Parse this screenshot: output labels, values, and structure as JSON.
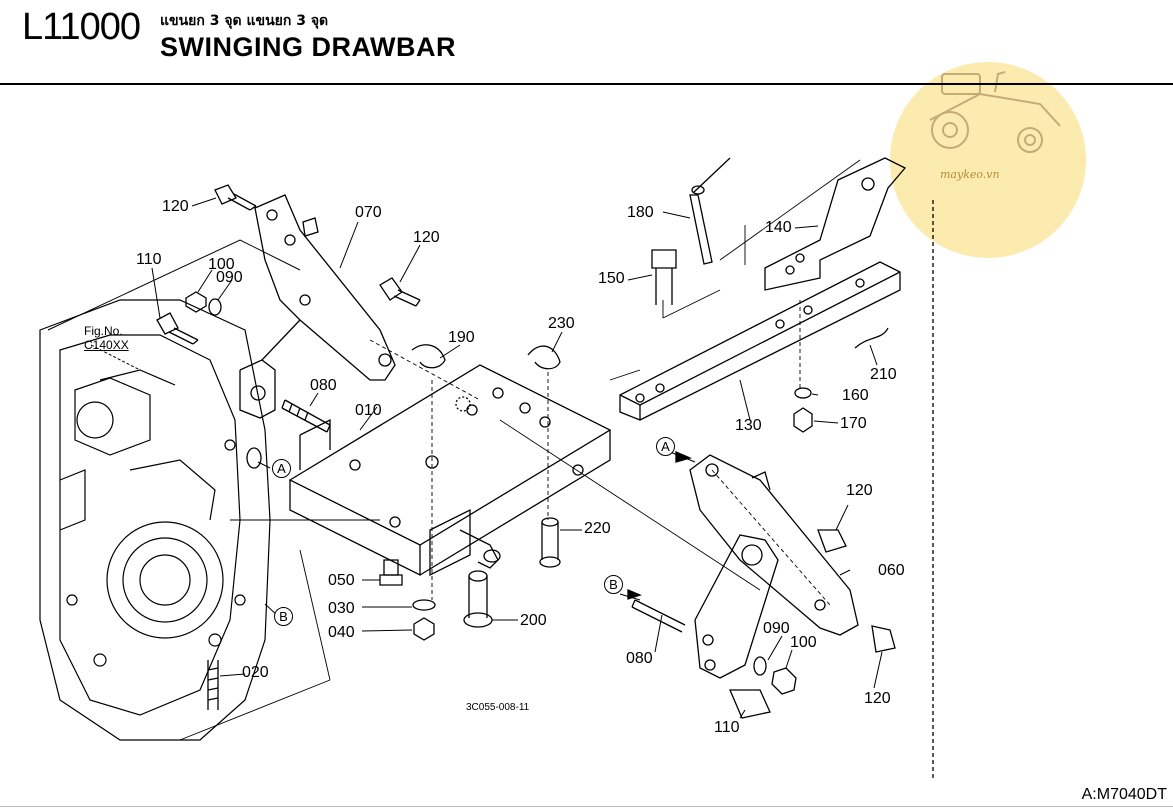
{
  "header": {
    "code": "L11000",
    "thai_title": "แขนยก 3 จุด แขนยก 3 จุด",
    "title": "SWINGING DRAWBAR"
  },
  "footer": {
    "page_code": "A:M7040DT"
  },
  "diagram": {
    "ref_label": "Fig.No.",
    "ref_code": "C140XX",
    "drawing_number": "3C055-008-11",
    "parts": [
      "010",
      "020",
      "030",
      "040",
      "050",
      "060",
      "070",
      "080",
      "080",
      "090",
      "090",
      "100",
      "100",
      "110",
      "110",
      "120",
      "120",
      "120",
      "120",
      "130",
      "140",
      "150",
      "160",
      "170",
      "180",
      "190",
      "200",
      "210",
      "220",
      "230"
    ],
    "markers": [
      "A",
      "A",
      "B",
      "B"
    ]
  },
  "watermark": {
    "text": "maykeo.vn",
    "accent": "#fce8a0"
  }
}
